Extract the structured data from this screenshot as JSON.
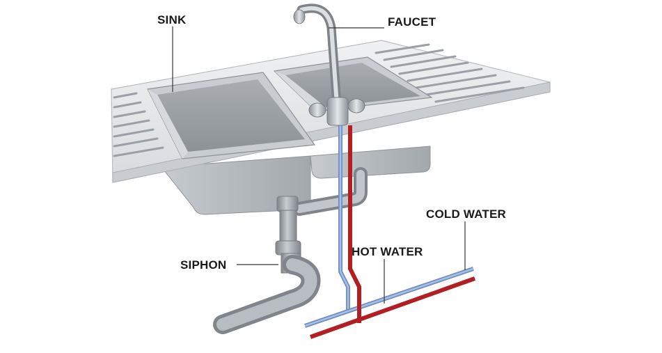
{
  "labels": {
    "sink": "SINK",
    "faucet": "FAUCET",
    "cold_water": "COLD WATER",
    "hot_water": "HOT WATER",
    "siphon": "SIPHON"
  },
  "colors": {
    "counter_top": "#e6e8ea",
    "counter_edge": "#c9cdd1",
    "basin_inner": "#9ea3a7",
    "basin_wall": "#c4c8cc",
    "basin_outside": "#b7bcc0",
    "drain_pipe": "#9aa0a5",
    "cold_pipe": "#7f9ecf",
    "hot_pipe": "#c8282a",
    "leader_line": "#333333"
  }
}
